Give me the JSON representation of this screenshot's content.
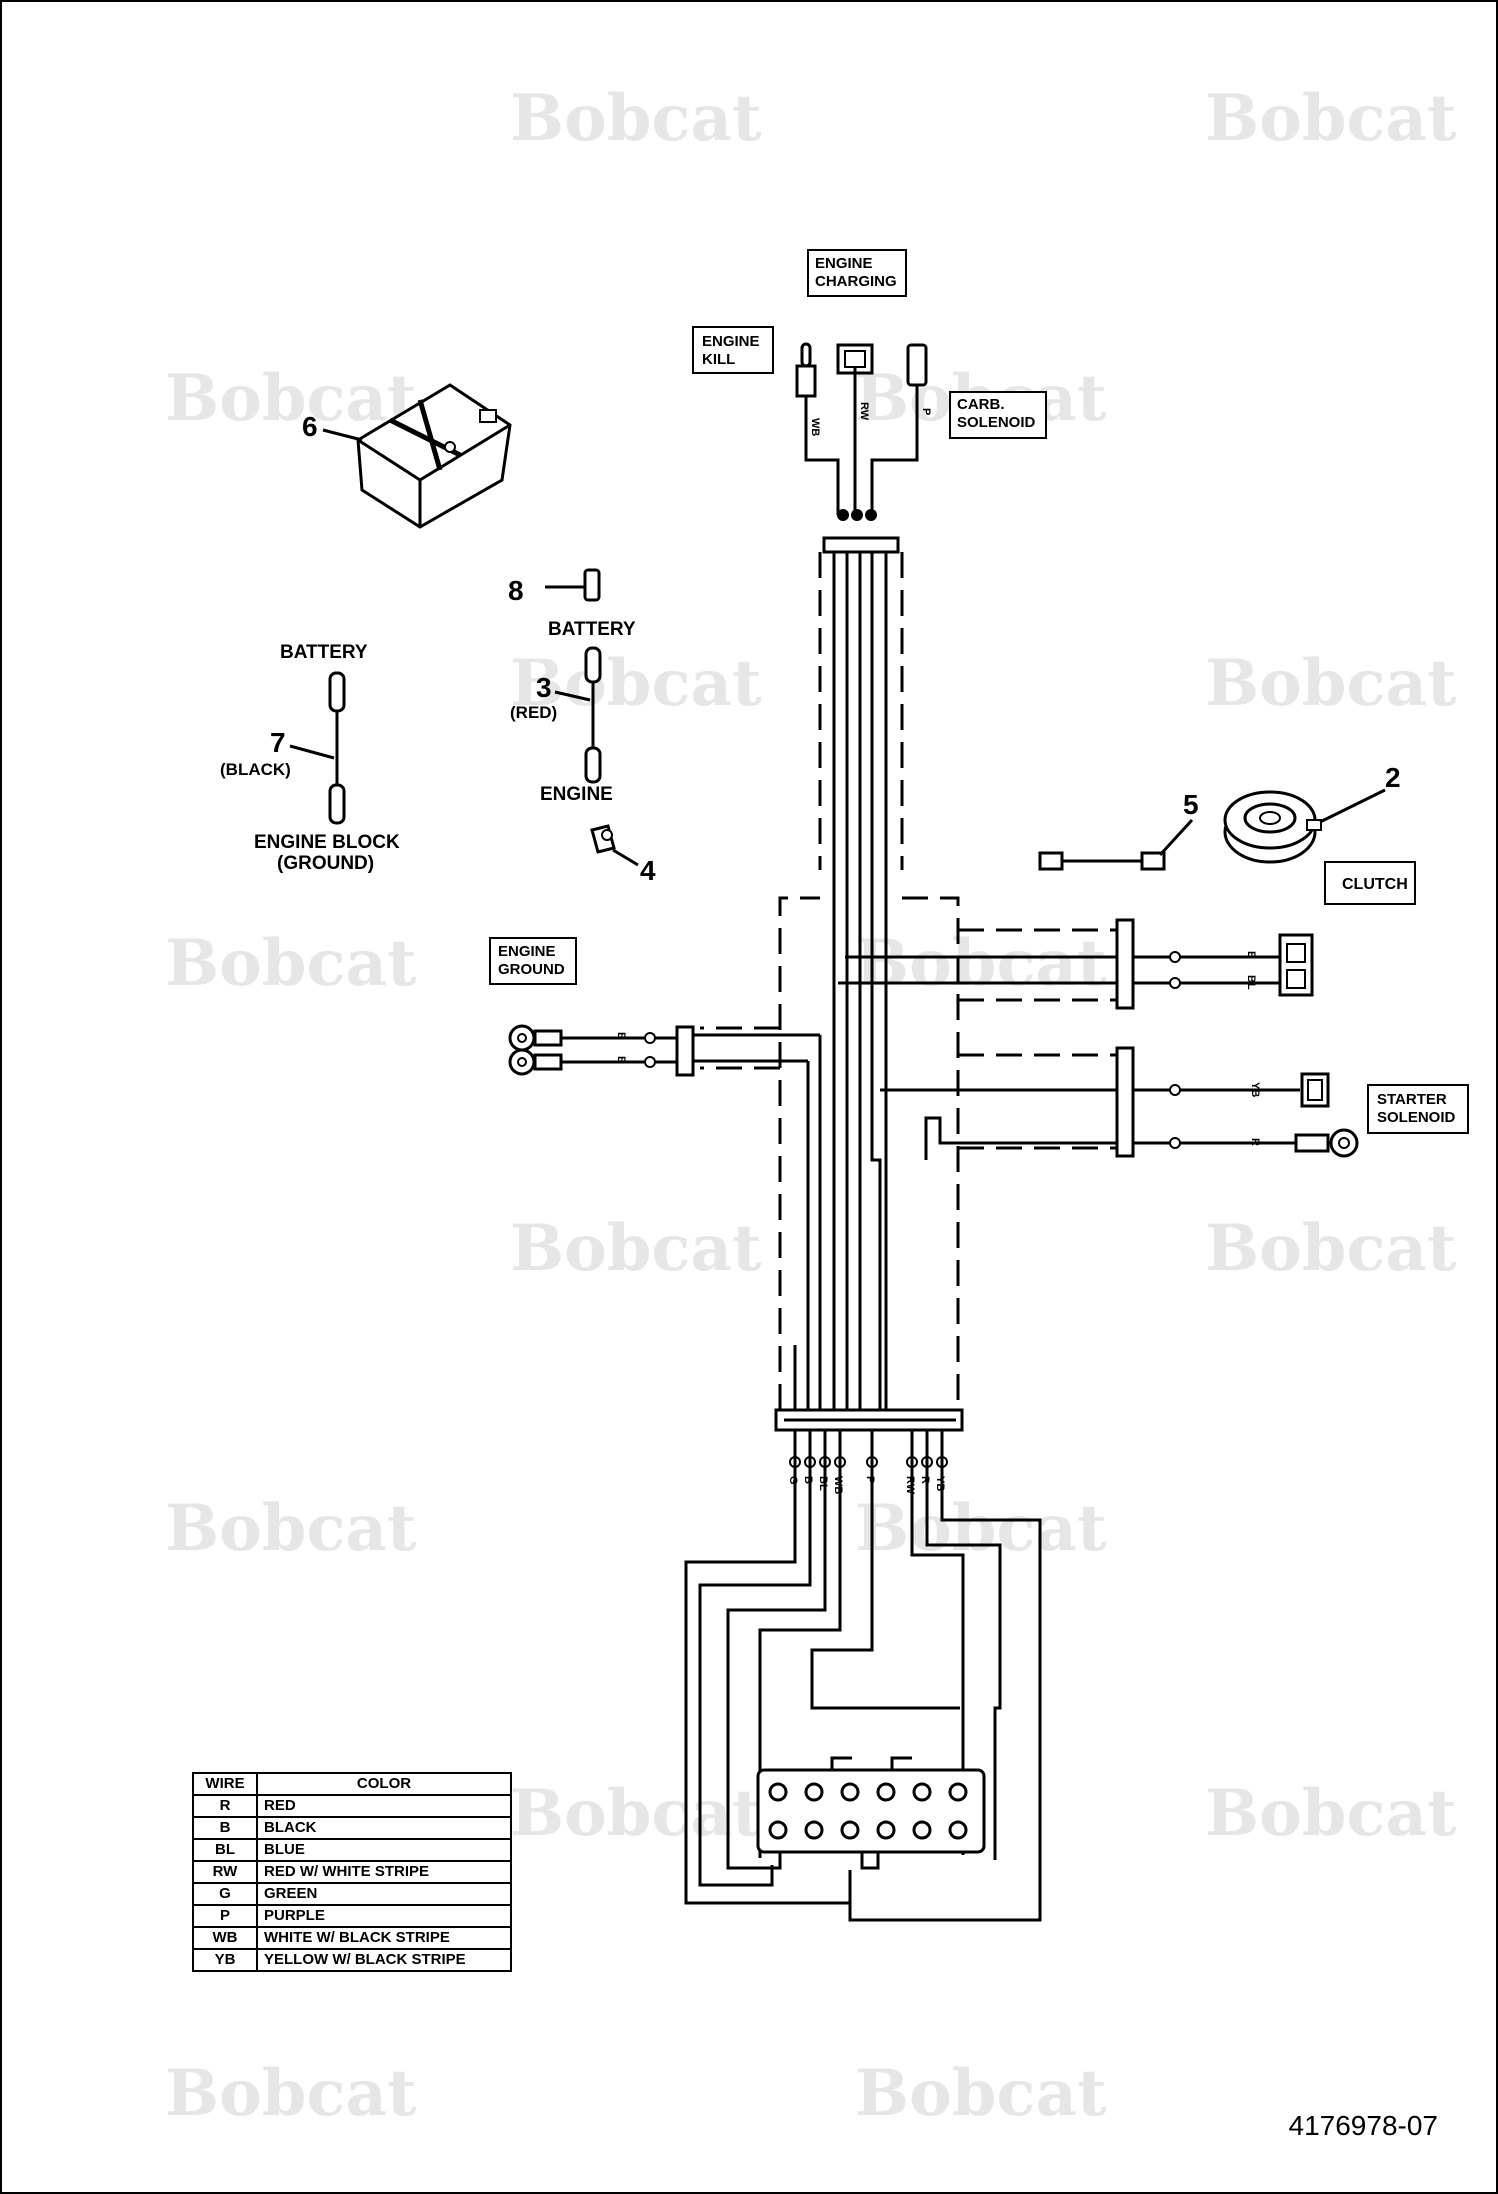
{
  "brand": {
    "watermark": "Bobcat"
  },
  "drawing_number": "4176978-07",
  "labels": {
    "engine_charging": "ENGINE CHARGING",
    "engine_kill": "ENGINE KILL",
    "carb_solenoid": "CARB. SOLENOID",
    "clutch": "CLUTCH",
    "engine_ground": "ENGINE GROUND",
    "starter_solenoid": "STARTER SOLENOID",
    "battery_left": "BATTERY",
    "battery_right": "BATTERY",
    "engine": "ENGINE",
    "engine_block": "ENGINE BLOCK",
    "ground": "(GROUND)",
    "black": "(BLACK)",
    "red": "(RED)"
  },
  "callouts": [
    "6",
    "8",
    "3",
    "7",
    "4",
    "5",
    "2"
  ],
  "wire_tags": {
    "top": [
      "WB",
      "RW",
      "P"
    ],
    "clutch": [
      "B",
      "BL"
    ],
    "ground": [
      "B",
      "B"
    ],
    "starter": [
      "YB",
      "R"
    ],
    "bottom": [
      "G",
      "B",
      "BL",
      "WB",
      "P",
      "RW",
      "R",
      "YB"
    ]
  },
  "legend": {
    "headers": [
      "WIRE",
      "COLOR"
    ],
    "rows": [
      [
        "R",
        "RED"
      ],
      [
        "B",
        "BLACK"
      ],
      [
        "BL",
        "BLUE"
      ],
      [
        "RW",
        "RED W/ WHITE STRIPE"
      ],
      [
        "G",
        "GREEN"
      ],
      [
        "P",
        "PURPLE"
      ],
      [
        "WB",
        "WHITE W/ BLACK STRIPE"
      ],
      [
        "YB",
        "YELLOW W/ BLACK STRIPE"
      ]
    ]
  }
}
